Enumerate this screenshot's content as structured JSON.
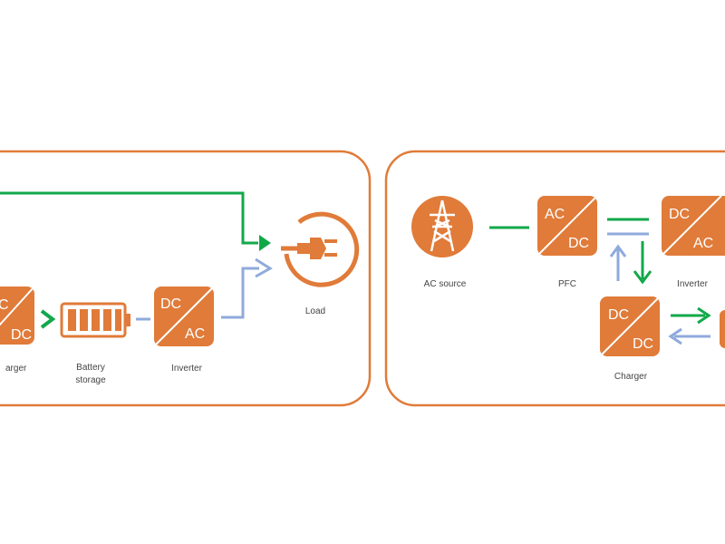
{
  "colors": {
    "accent": "#E07B39",
    "power_flow": "#12A84A",
    "return_flow": "#8FAADC",
    "text": "#444444"
  },
  "left_panel": {
    "charger": {
      "top": "C",
      "bottom": "DC",
      "label": "arger"
    },
    "battery": {
      "label_line1": "Battery",
      "label_line2": "storage"
    },
    "inverter": {
      "top": "DC",
      "bottom": "AC",
      "label": "Inverter"
    },
    "load": {
      "label": "Load",
      "icon": "plug-icon"
    }
  },
  "right_panel": {
    "ac_source": {
      "label": "AC source",
      "icon": "transmission-tower-icon"
    },
    "pfc": {
      "top": "AC",
      "bottom": "DC",
      "label": "PFC"
    },
    "inverter": {
      "top": "DC",
      "bottom": "AC",
      "label": "Inverter"
    },
    "charger": {
      "top": "DC",
      "bottom": "DC",
      "label": "Charger"
    }
  }
}
